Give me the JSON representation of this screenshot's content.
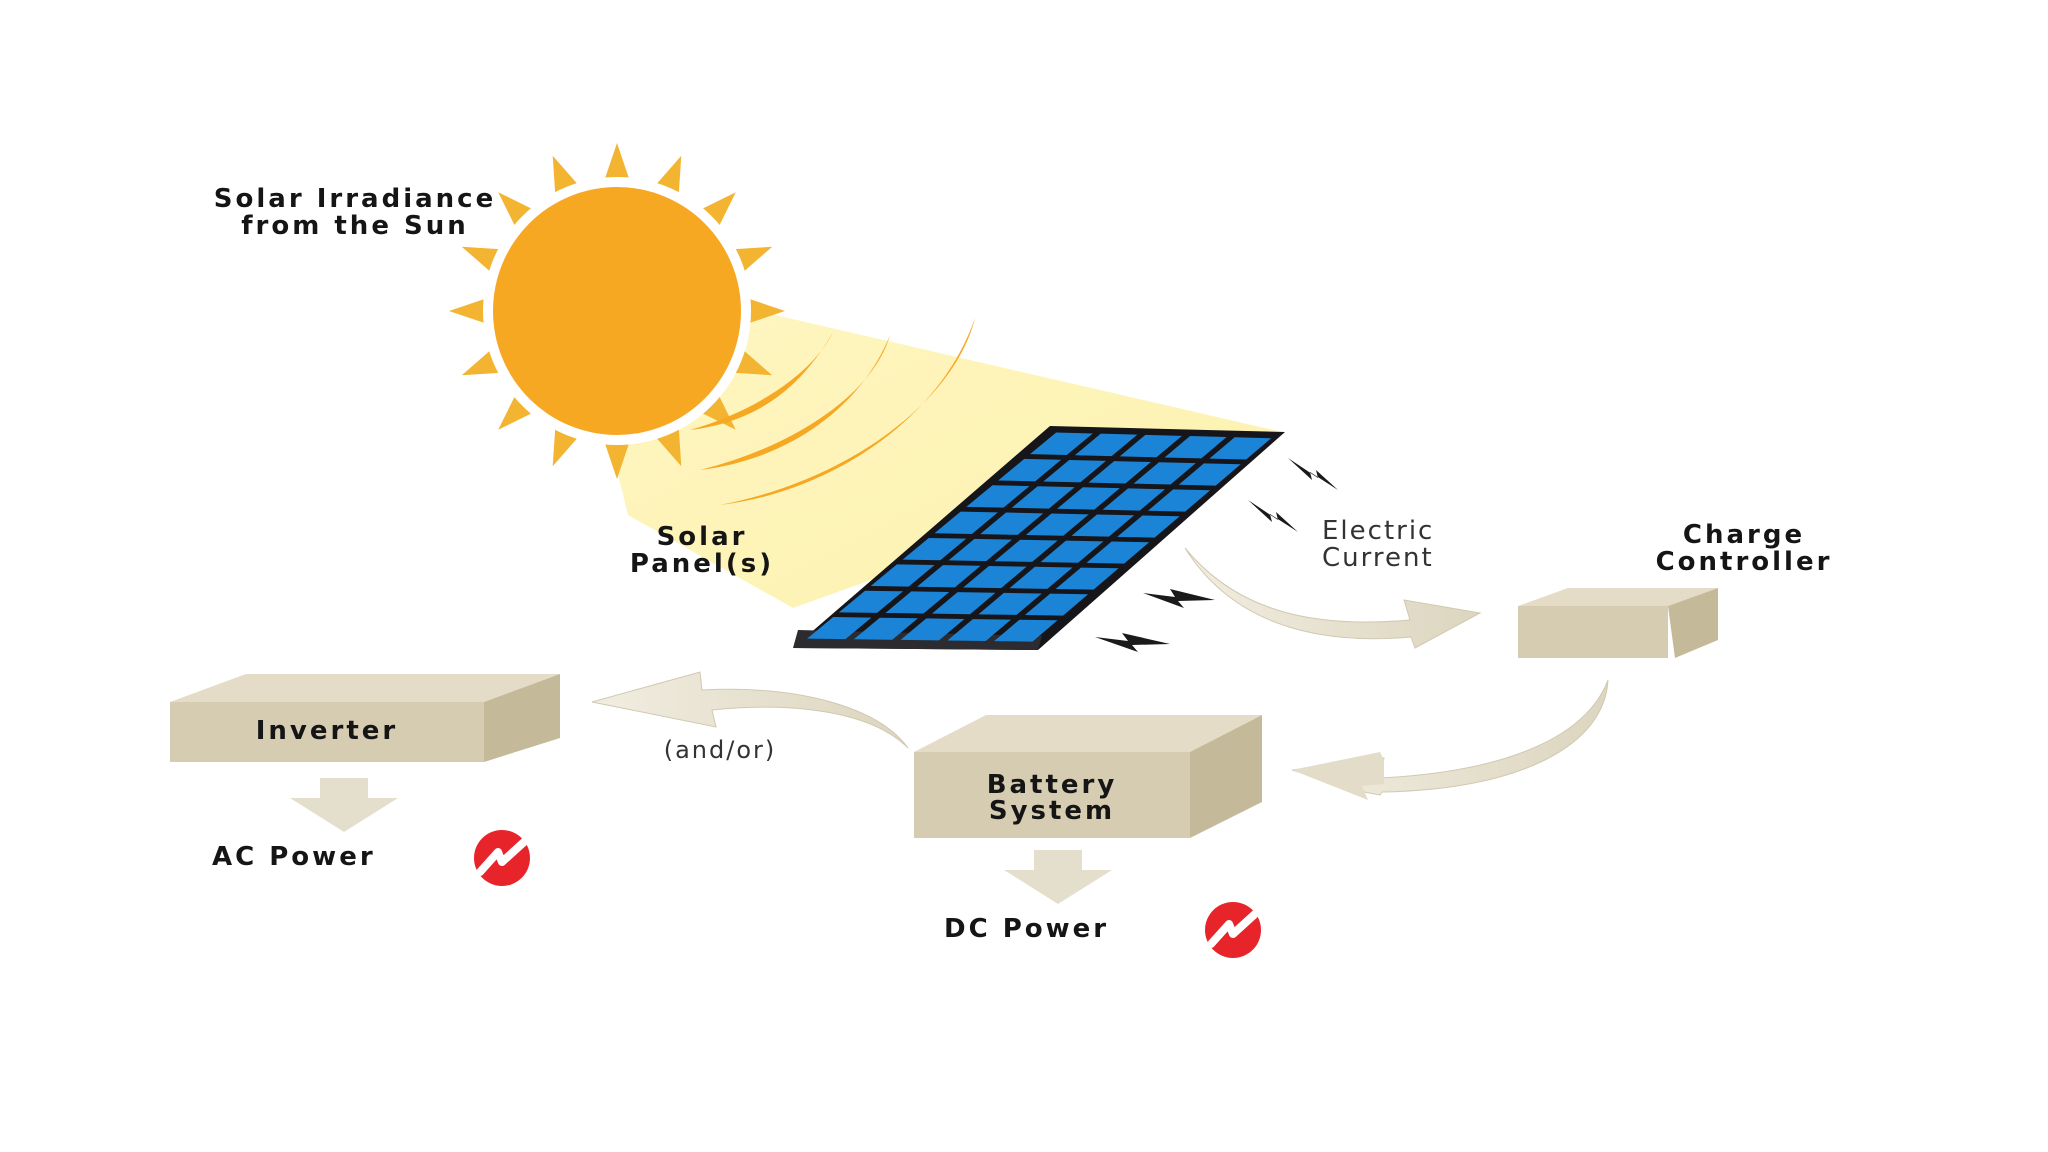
{
  "labels": {
    "sun_line1": "Solar Irradiance",
    "sun_line2": "from the Sun",
    "panel_line1": "Solar",
    "panel_line2": "Panel(s)",
    "current_line1": "Electric",
    "current_line2": "Current",
    "controller_line1": "Charge",
    "controller_line2": "Controller",
    "inverter": "Inverter",
    "battery_line1": "Battery",
    "battery_line2": "System",
    "and_or": "(and/or)",
    "ac_power": "AC Power",
    "dc_power": "DC Power"
  },
  "colors": {
    "sun": "#f7a823",
    "sun_rays": "#f2b431",
    "beam": "#fdf3b6",
    "panel_cell": "#1b84d6",
    "panel_frame": "#15151a",
    "box_front": "#d6ccb2",
    "box_top": "#e4dcc6",
    "box_side": "#c4b998",
    "arrow": "#e9e4d2",
    "power_icon": "#e8242b"
  },
  "icons": [
    "sun-icon",
    "lightning-bolt-icon",
    "power-symbol-icon"
  ]
}
